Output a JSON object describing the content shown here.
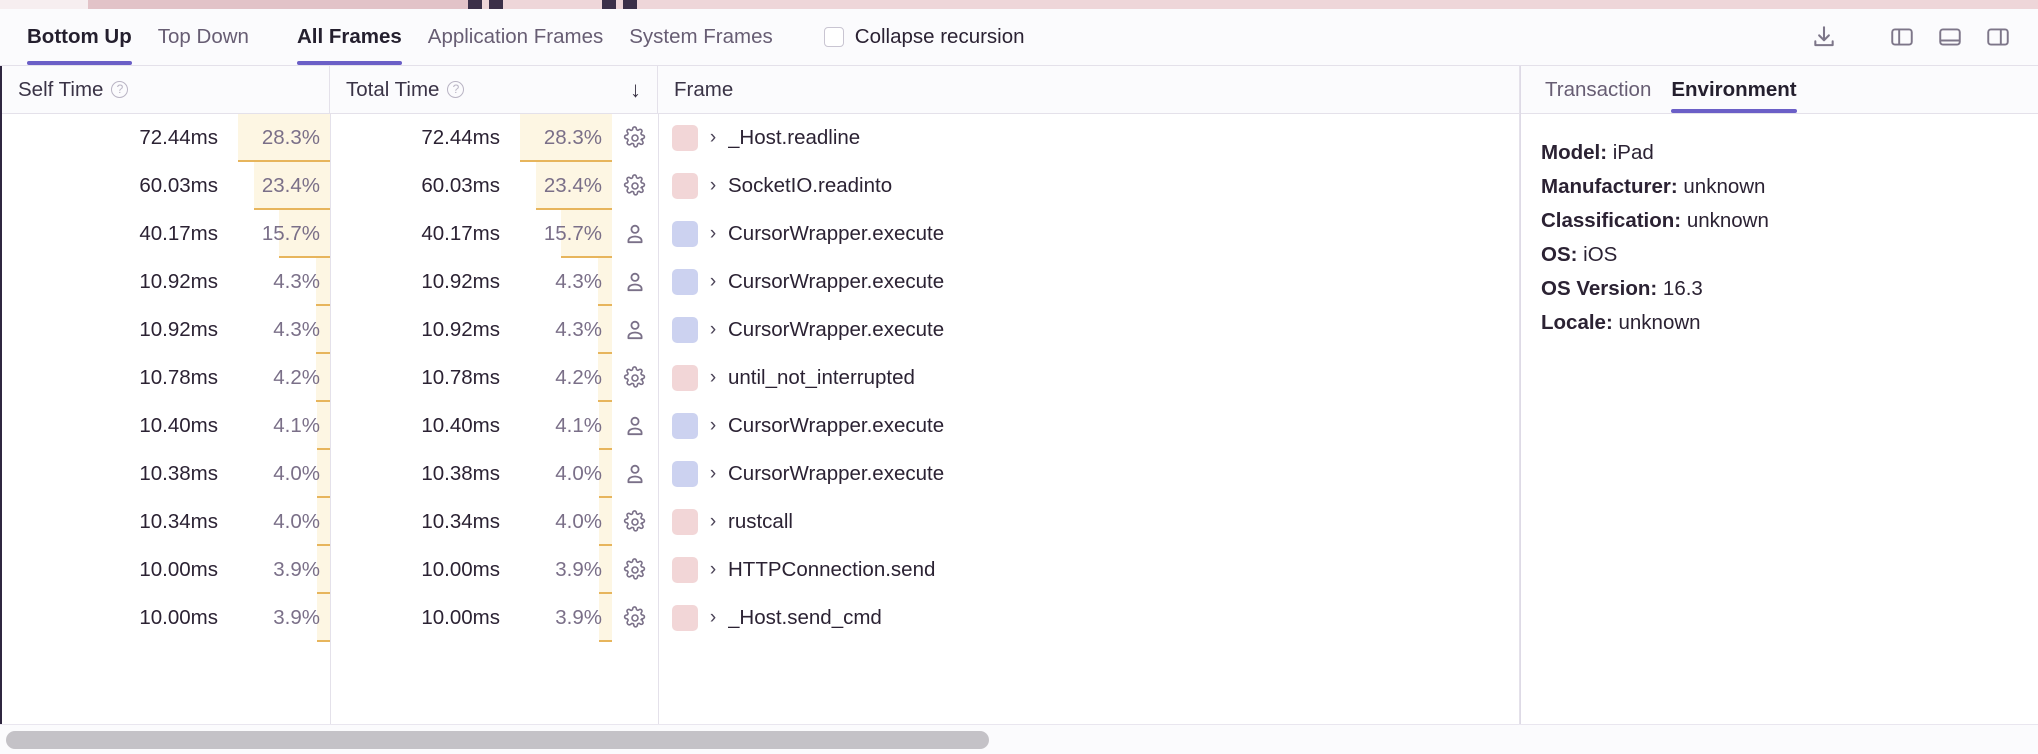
{
  "toolbar": {
    "view_tabs": [
      {
        "label": "Bottom Up",
        "active": true
      },
      {
        "label": "Top Down",
        "active": false
      }
    ],
    "frame_tabs": [
      {
        "label": "All Frames",
        "active": true
      },
      {
        "label": "Application Frames",
        "active": false
      },
      {
        "label": "System Frames",
        "active": false
      }
    ],
    "collapse_recursion": {
      "label": "Collapse recursion",
      "checked": false
    },
    "icons": [
      {
        "name": "download-icon"
      },
      {
        "name": "panel-left-icon"
      },
      {
        "name": "panel-bottom-icon"
      },
      {
        "name": "panel-right-icon"
      }
    ]
  },
  "table": {
    "columns": [
      {
        "key": "self_time",
        "label": "Self Time",
        "help": "?",
        "sorted": false
      },
      {
        "key": "total_time",
        "label": "Total Time",
        "help": "?",
        "sorted": true,
        "sort_dir": "desc",
        "sort_glyph": "↓"
      },
      {
        "key": "frame",
        "label": "Frame"
      }
    ],
    "rows": [
      {
        "self_time": "72.44ms",
        "self_pct": "28.3%",
        "self_pct_value": 28.3,
        "total_time": "72.44ms",
        "total_pct": "28.3%",
        "total_pct_value": 28.3,
        "frame_type": "system",
        "frame_icon": "gear-icon",
        "swatch_color": "#f2d6d7",
        "frame": "_Host.readline"
      },
      {
        "self_time": "60.03ms",
        "self_pct": "23.4%",
        "self_pct_value": 23.4,
        "total_time": "60.03ms",
        "total_pct": "23.4%",
        "total_pct_value": 23.4,
        "frame_type": "system",
        "frame_icon": "gear-icon",
        "swatch_color": "#f2d6d7",
        "frame": "SocketIO.readinto"
      },
      {
        "self_time": "40.17ms",
        "self_pct": "15.7%",
        "self_pct_value": 15.7,
        "total_time": "40.17ms",
        "total_pct": "15.7%",
        "total_pct_value": 15.7,
        "frame_type": "application",
        "frame_icon": "person-icon",
        "swatch_color": "#ccd2f0",
        "frame": "CursorWrapper.execute"
      },
      {
        "self_time": "10.92ms",
        "self_pct": "4.3%",
        "self_pct_value": 4.3,
        "total_time": "10.92ms",
        "total_pct": "4.3%",
        "total_pct_value": 4.3,
        "frame_type": "application",
        "frame_icon": "person-icon",
        "swatch_color": "#ccd2f0",
        "frame": "CursorWrapper.execute"
      },
      {
        "self_time": "10.92ms",
        "self_pct": "4.3%",
        "self_pct_value": 4.3,
        "total_time": "10.92ms",
        "total_pct": "4.3%",
        "total_pct_value": 4.3,
        "frame_type": "application",
        "frame_icon": "person-icon",
        "swatch_color": "#ccd2f0",
        "frame": "CursorWrapper.execute"
      },
      {
        "self_time": "10.78ms",
        "self_pct": "4.2%",
        "self_pct_value": 4.2,
        "total_time": "10.78ms",
        "total_pct": "4.2%",
        "total_pct_value": 4.2,
        "frame_type": "system",
        "frame_icon": "gear-icon",
        "swatch_color": "#f2d6d7",
        "frame": "until_not_interrupted"
      },
      {
        "self_time": "10.40ms",
        "self_pct": "4.1%",
        "self_pct_value": 4.1,
        "total_time": "10.40ms",
        "total_pct": "4.1%",
        "total_pct_value": 4.1,
        "frame_type": "application",
        "frame_icon": "person-icon",
        "swatch_color": "#ccd2f0",
        "frame": "CursorWrapper.execute"
      },
      {
        "self_time": "10.38ms",
        "self_pct": "4.0%",
        "self_pct_value": 4.0,
        "total_time": "10.38ms",
        "total_pct": "4.0%",
        "total_pct_value": 4.0,
        "frame_type": "application",
        "frame_icon": "person-icon",
        "swatch_color": "#ccd2f0",
        "frame": "CursorWrapper.execute"
      },
      {
        "self_time": "10.34ms",
        "self_pct": "4.0%",
        "self_pct_value": 4.0,
        "total_time": "10.34ms",
        "total_pct": "4.0%",
        "total_pct_value": 4.0,
        "frame_type": "system",
        "frame_icon": "gear-icon",
        "swatch_color": "#f2d6d7",
        "frame": "rustcall"
      },
      {
        "self_time": "10.00ms",
        "self_pct": "3.9%",
        "self_pct_value": 3.9,
        "total_time": "10.00ms",
        "total_pct": "3.9%",
        "total_pct_value": 3.9,
        "frame_type": "system",
        "frame_icon": "gear-icon",
        "swatch_color": "#f2d6d7",
        "frame": "HTTPConnection.send"
      },
      {
        "self_time": "10.00ms",
        "self_pct": "3.9%",
        "self_pct_value": 3.9,
        "total_time": "10.00ms",
        "total_pct": "3.9%",
        "total_pct_value": 3.9,
        "frame_type": "system",
        "frame_icon": "gear-icon",
        "swatch_color": "#f2d6d7",
        "frame": "_Host.send_cmd"
      }
    ],
    "expand_glyph": "›"
  },
  "details": {
    "tabs": [
      {
        "label": "Transaction",
        "active": false
      },
      {
        "label": "Environment",
        "active": true
      }
    ],
    "environment": [
      {
        "key": "Model:",
        "value": "iPad"
      },
      {
        "key": "Manufacturer:",
        "value": "unknown"
      },
      {
        "key": "Classification:",
        "value": "unknown"
      },
      {
        "key": "OS:",
        "value": "iOS"
      },
      {
        "key": "OS Version:",
        "value": "16.3"
      },
      {
        "key": "Locale:",
        "value": "unknown"
      }
    ]
  },
  "scrollbar": {
    "thumb_percent": 65
  },
  "colors": {
    "accent": "#6b5fc7",
    "highlight_fill": "#fdf6e3",
    "highlight_bar": "#e7b55c",
    "system_swatch": "#f2d6d7",
    "application_swatch": "#ccd2f0"
  }
}
